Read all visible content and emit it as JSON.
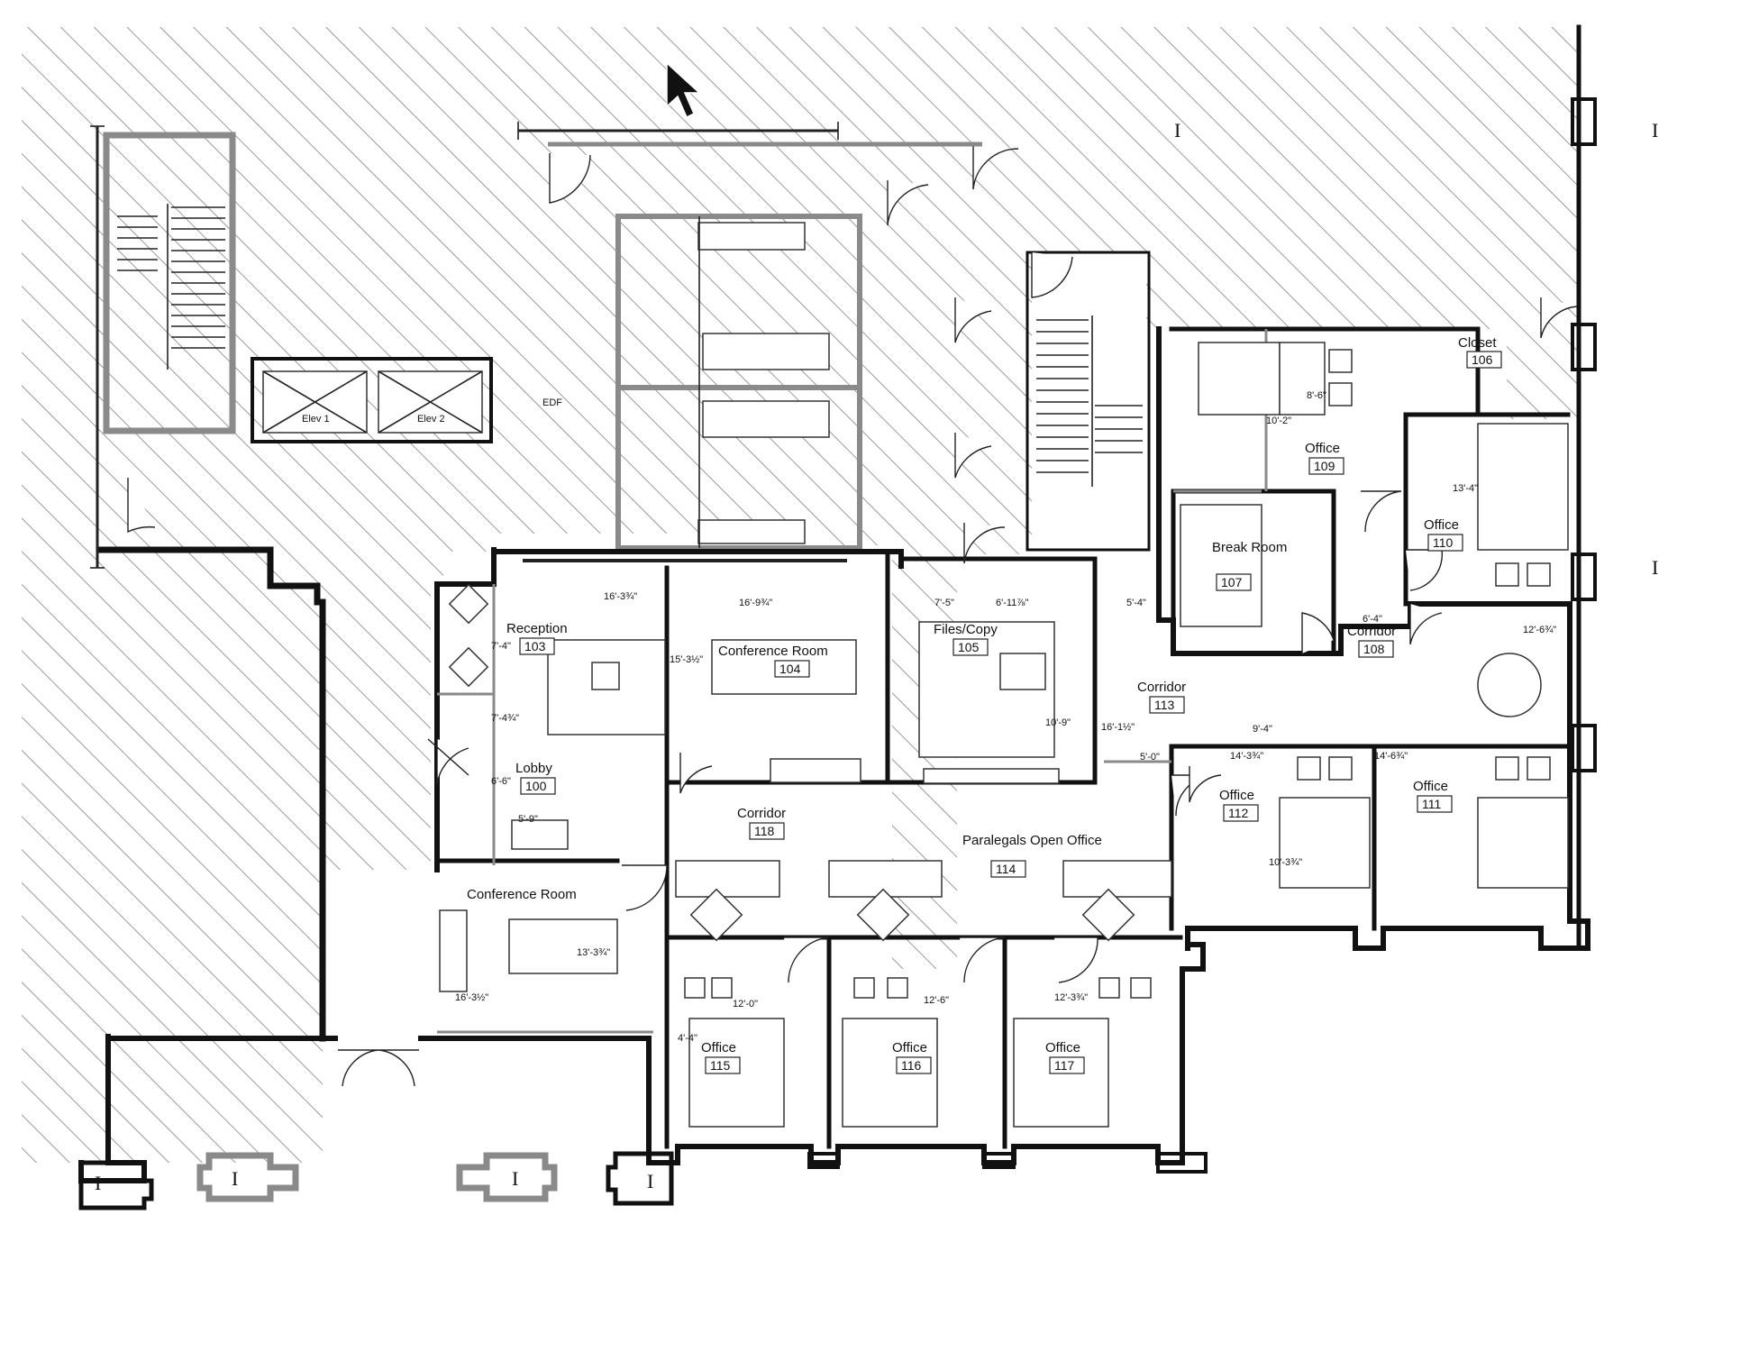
{
  "plan": {
    "rooms": [
      {
        "name": "Reception",
        "number": "103"
      },
      {
        "name": "Lobby",
        "number": "100"
      },
      {
        "name": "Conference Room",
        "number": "104"
      },
      {
        "name": "Conference Room",
        "number": ""
      },
      {
        "name": "Files/Copy",
        "number": "105"
      },
      {
        "name": "Corridor",
        "number": "113"
      },
      {
        "name": "Corridor",
        "number": "118"
      },
      {
        "name": "Paralegals Open Office",
        "number": "114"
      },
      {
        "name": "Office",
        "number": "109"
      },
      {
        "name": "Office",
        "number": "110"
      },
      {
        "name": "Office",
        "number": "111"
      },
      {
        "name": "Office",
        "number": "112"
      },
      {
        "name": "Office",
        "number": "115"
      },
      {
        "name": "Office",
        "number": "116"
      },
      {
        "name": "Office",
        "number": "117"
      },
      {
        "name": "Break Room",
        "number": "107"
      },
      {
        "name": "Corridor",
        "number": "108"
      },
      {
        "name": "Closet",
        "number": "106"
      }
    ],
    "elevators": [
      "Elev 1",
      "Elev 2"
    ],
    "misc_labels": [
      "EDF"
    ],
    "dimensions": [
      "16'-3¾\"",
      "16'-9¾\"",
      "15'-3½\"",
      "7'-5\"",
      "6'-11⅞\"",
      "5'-4\"",
      "7'-4\"",
      "7'-4¾\"",
      "10'-9\"",
      "16'-1½\"",
      "6'-6\"",
      "5'-9\"",
      "14'-3¾\"",
      "12'-3¾\"",
      "12'-0\"",
      "12'-6\"",
      "16'-3½\"",
      "5'-0\"",
      "13'-4\"",
      "12'-6¾\"",
      "14'-6¾\"",
      "10'-2\"",
      "9'-4\"",
      "6'-4\"",
      "8'-6\"",
      "4'-4\"",
      "13'-3¾\"",
      "10'-3¾\""
    ],
    "column_marker": "I"
  }
}
